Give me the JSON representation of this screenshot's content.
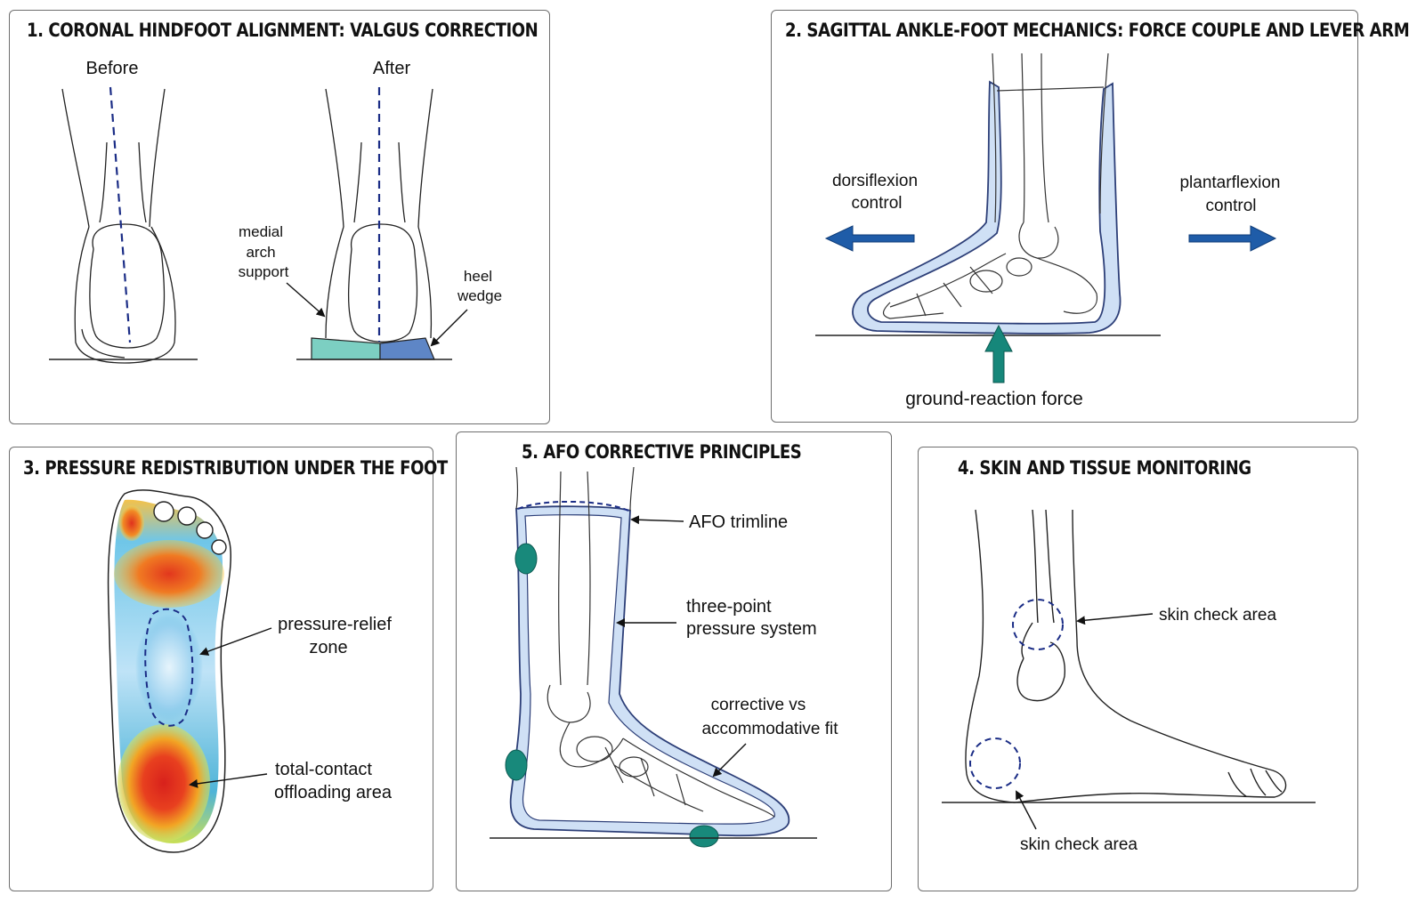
{
  "panels": {
    "p1": {
      "title": "1. CORONAL HINDFOOT ALIGNMENT: VALGUS CORRECTION",
      "before": "Before",
      "after": "After",
      "medial_arch_support": [
        "medial",
        "arch",
        "support"
      ],
      "heel_wedge": [
        "heel",
        "wedge"
      ]
    },
    "p2": {
      "title": "2. SAGITTAL ANKLE-FOOT MECHANICS: FORCE COUPLE AND LEVER ARM",
      "dorsiflexion": [
        "dorsiflexion",
        "control"
      ],
      "plantarflexion": [
        "plantarflexion",
        "control"
      ],
      "grf": "ground-reaction force"
    },
    "p3": {
      "title": "3. PRESSURE REDISTRIBUTION UNDER THE FOOT",
      "relief": [
        "pressure-relief",
        "zone"
      ],
      "total_contact": [
        "total-contact",
        "offloading area"
      ]
    },
    "p5": {
      "title": "5. AFO CORRECTIVE PRINCIPLES",
      "trimline": "AFO trimline",
      "three_point": [
        "three-point",
        "pressure system"
      ],
      "fit": [
        "corrective vs",
        "accommodative fit"
      ]
    },
    "p4": {
      "title": "4. SKIN AND TISSUE MONITORING",
      "skin_check_1": "skin check area",
      "skin_check_2": "skin check area"
    }
  },
  "colors": {
    "arrow_blue": "#1f5ca8",
    "arrow_teal": "#16877a",
    "dashed_navy": "#1b2d86",
    "orthosis_fill": "#cfe0f5",
    "orthosis_stroke": "#2d3f78",
    "pad_teal": "#18897b",
    "wedge_mint": "#7ccfc2",
    "wedge_blue": "#5e86c6"
  }
}
